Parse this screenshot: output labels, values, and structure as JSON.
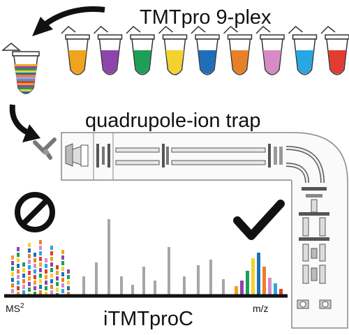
{
  "labels": {
    "title": "TMTpro 9-plex",
    "instrument": "quadrupole-ion trap",
    "ms_level": "MS",
    "ms_superscript": "2",
    "method": "iTMTproC",
    "axis": "m/z"
  },
  "tmt_tube_colors": [
    "#f0a31e",
    "#8e44ad",
    "#1f9e57",
    "#f2d22e",
    "#1f6fb8",
    "#e8802a",
    "#d88ac4",
    "#29a7e0",
    "#e23b32"
  ],
  "colors": {
    "line": "#222222",
    "instrument_fill": "#d9d9d9",
    "instrument_outline": "#777777",
    "gray_peaks": "#a6a6a6",
    "prohibit_red_none": "#111111"
  },
  "icons": [
    "curved-arrow-icon",
    "prohibited-icon",
    "checkmark-icon",
    "syringe-source-icon"
  ]
}
